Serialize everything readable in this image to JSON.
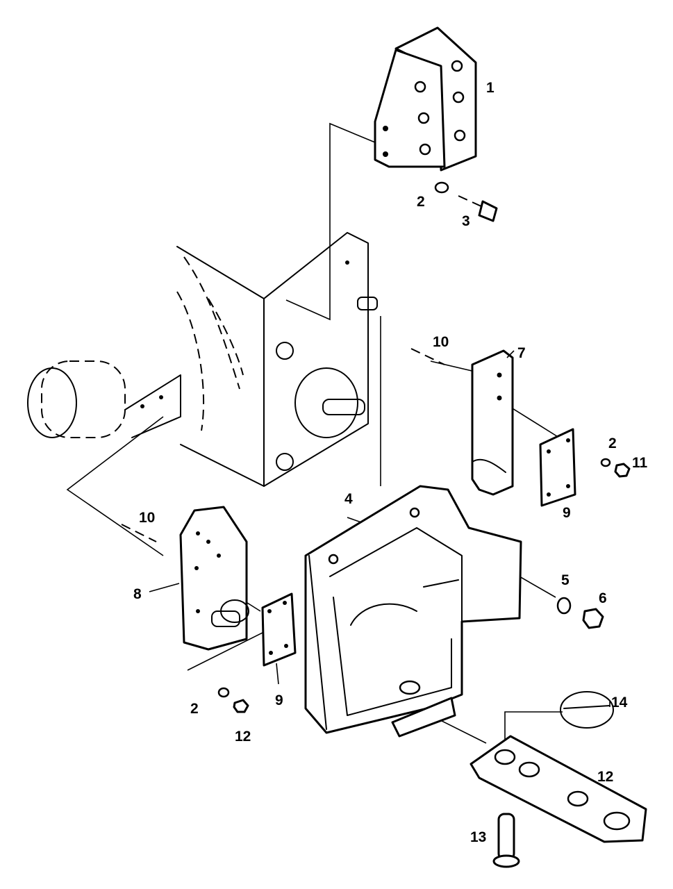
{
  "callouts": [
    {
      "id": "c1",
      "text": "1"
    },
    {
      "id": "c2a",
      "text": "2"
    },
    {
      "id": "c3",
      "text": "3"
    },
    {
      "id": "c10a",
      "text": "10"
    },
    {
      "id": "c7",
      "text": "7"
    },
    {
      "id": "c2b",
      "text": "2"
    },
    {
      "id": "c11",
      "text": "11"
    },
    {
      "id": "c9a",
      "text": "9"
    },
    {
      "id": "c4",
      "text": "4"
    },
    {
      "id": "c10b",
      "text": "10"
    },
    {
      "id": "c8",
      "text": "8"
    },
    {
      "id": "c5",
      "text": "5"
    },
    {
      "id": "c6",
      "text": "6"
    },
    {
      "id": "c9b",
      "text": "9"
    },
    {
      "id": "c2c",
      "text": "2"
    },
    {
      "id": "c12a",
      "text": "12"
    },
    {
      "id": "c14",
      "text": "14"
    },
    {
      "id": "c12b",
      "text": "12"
    },
    {
      "id": "c13",
      "text": "13"
    }
  ]
}
